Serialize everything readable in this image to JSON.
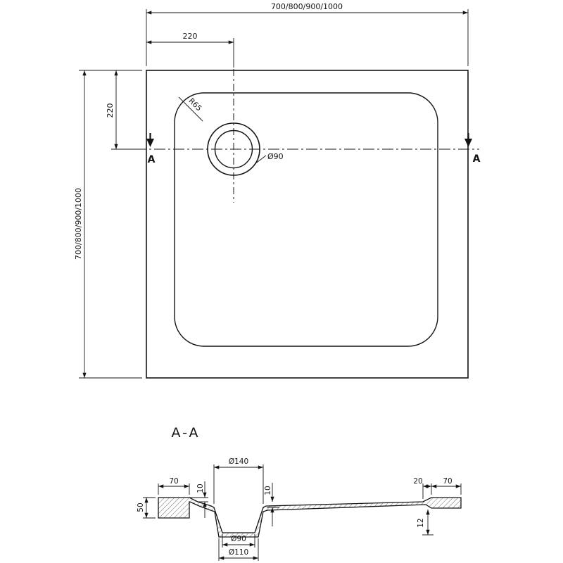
{
  "drawing": {
    "background": "#ffffff",
    "stroke_color": "#141414",
    "type_label": "shower-tray-technical-drawing"
  },
  "top_view": {
    "overall_width": "700/800/900/1000",
    "overall_height": "700/800/900/1000",
    "drain_offset_horizontal": "220",
    "drain_offset_vertical": "220",
    "corner_radius_label": "R65",
    "drain_diameter_label": "Ø90",
    "section_marker_left": "A",
    "section_marker_right": "A"
  },
  "section_view": {
    "title": "A-A",
    "recess_top_diameter": "Ø140",
    "left_rim_width": "70",
    "left_step_height": "10",
    "inner_step_height": "10",
    "right_step_width": "20",
    "right_rim_width": "70",
    "left_edge_height": "50",
    "right_edge_height": "12",
    "drain_bottom_inner_diameter": "Ø90",
    "drain_bottom_outer_diameter": "Ø110"
  }
}
